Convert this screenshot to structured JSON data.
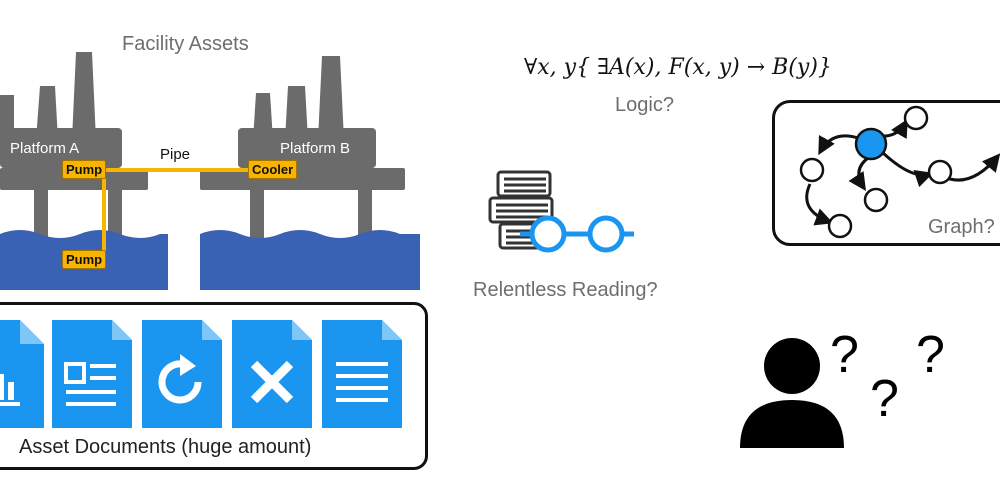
{
  "facility": {
    "title": "Facility Assets",
    "platform_a": "Platform A",
    "platform_b": "Platform B",
    "pipe": "Pipe",
    "pump_top": "Pump",
    "pump_bottom": "Pump",
    "cooler": "Cooler"
  },
  "documents": {
    "caption": "Asset Documents (huge amount)",
    "icons": [
      "bar-chart-document",
      "layout-document",
      "refresh-document",
      "delete-document",
      "text-document"
    ],
    "color": "#1a96f0"
  },
  "logic": {
    "formula": "∀x, y{ ∃A(x), F(x, y) → B(y)}",
    "caption": "Logic?"
  },
  "reading": {
    "caption": "Relentless Reading?"
  },
  "graph": {
    "caption": "Graph?",
    "highlight_color": "#1a96f0"
  },
  "person": {
    "question_marks": [
      "?",
      "?",
      "?"
    ]
  },
  "colors": {
    "platform": "#6b6b6b",
    "sea": "#3a62b4",
    "pipe": "#f7b400",
    "accent": "#1a96f0"
  }
}
